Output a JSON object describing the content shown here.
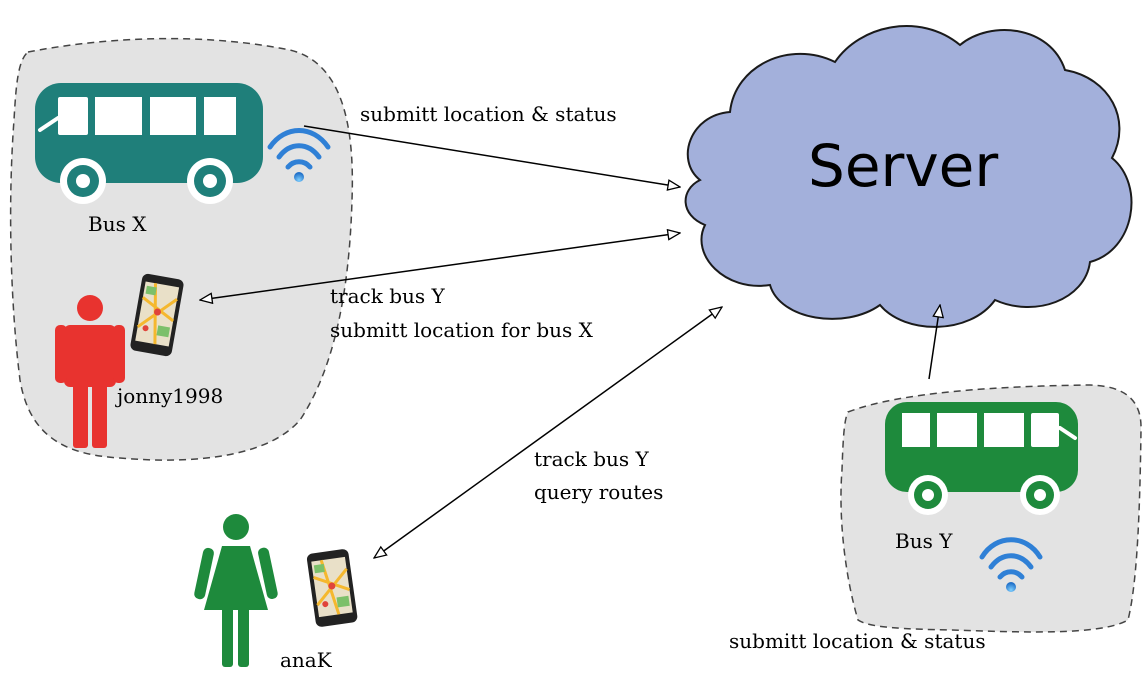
{
  "server": {
    "label": "Server"
  },
  "nodes": {
    "bus_x": {
      "label": "Bus X"
    },
    "bus_y": {
      "label": "Bus Y"
    },
    "user_1": {
      "label": "jonny1998"
    },
    "user_2": {
      "label": "anaK"
    }
  },
  "edges": {
    "bus_x_to_server": {
      "label": "submitt location & status"
    },
    "user1_server": {
      "line1": "track bus Y",
      "line2": "submitt location for bus X"
    },
    "user2_server": {
      "line1": "track bus Y",
      "line2": "query routes"
    },
    "bus_y_to_server": {
      "label": "submitt location & status"
    }
  },
  "colors": {
    "bus_x": "#1f7f7a",
    "bus_y": "#1e8a3c",
    "person_red": "#e8332f",
    "person_green": "#1e8a3c",
    "cloud": "#a3b0db",
    "region": "#e3e3e3",
    "wifi": "#2f80d6"
  }
}
